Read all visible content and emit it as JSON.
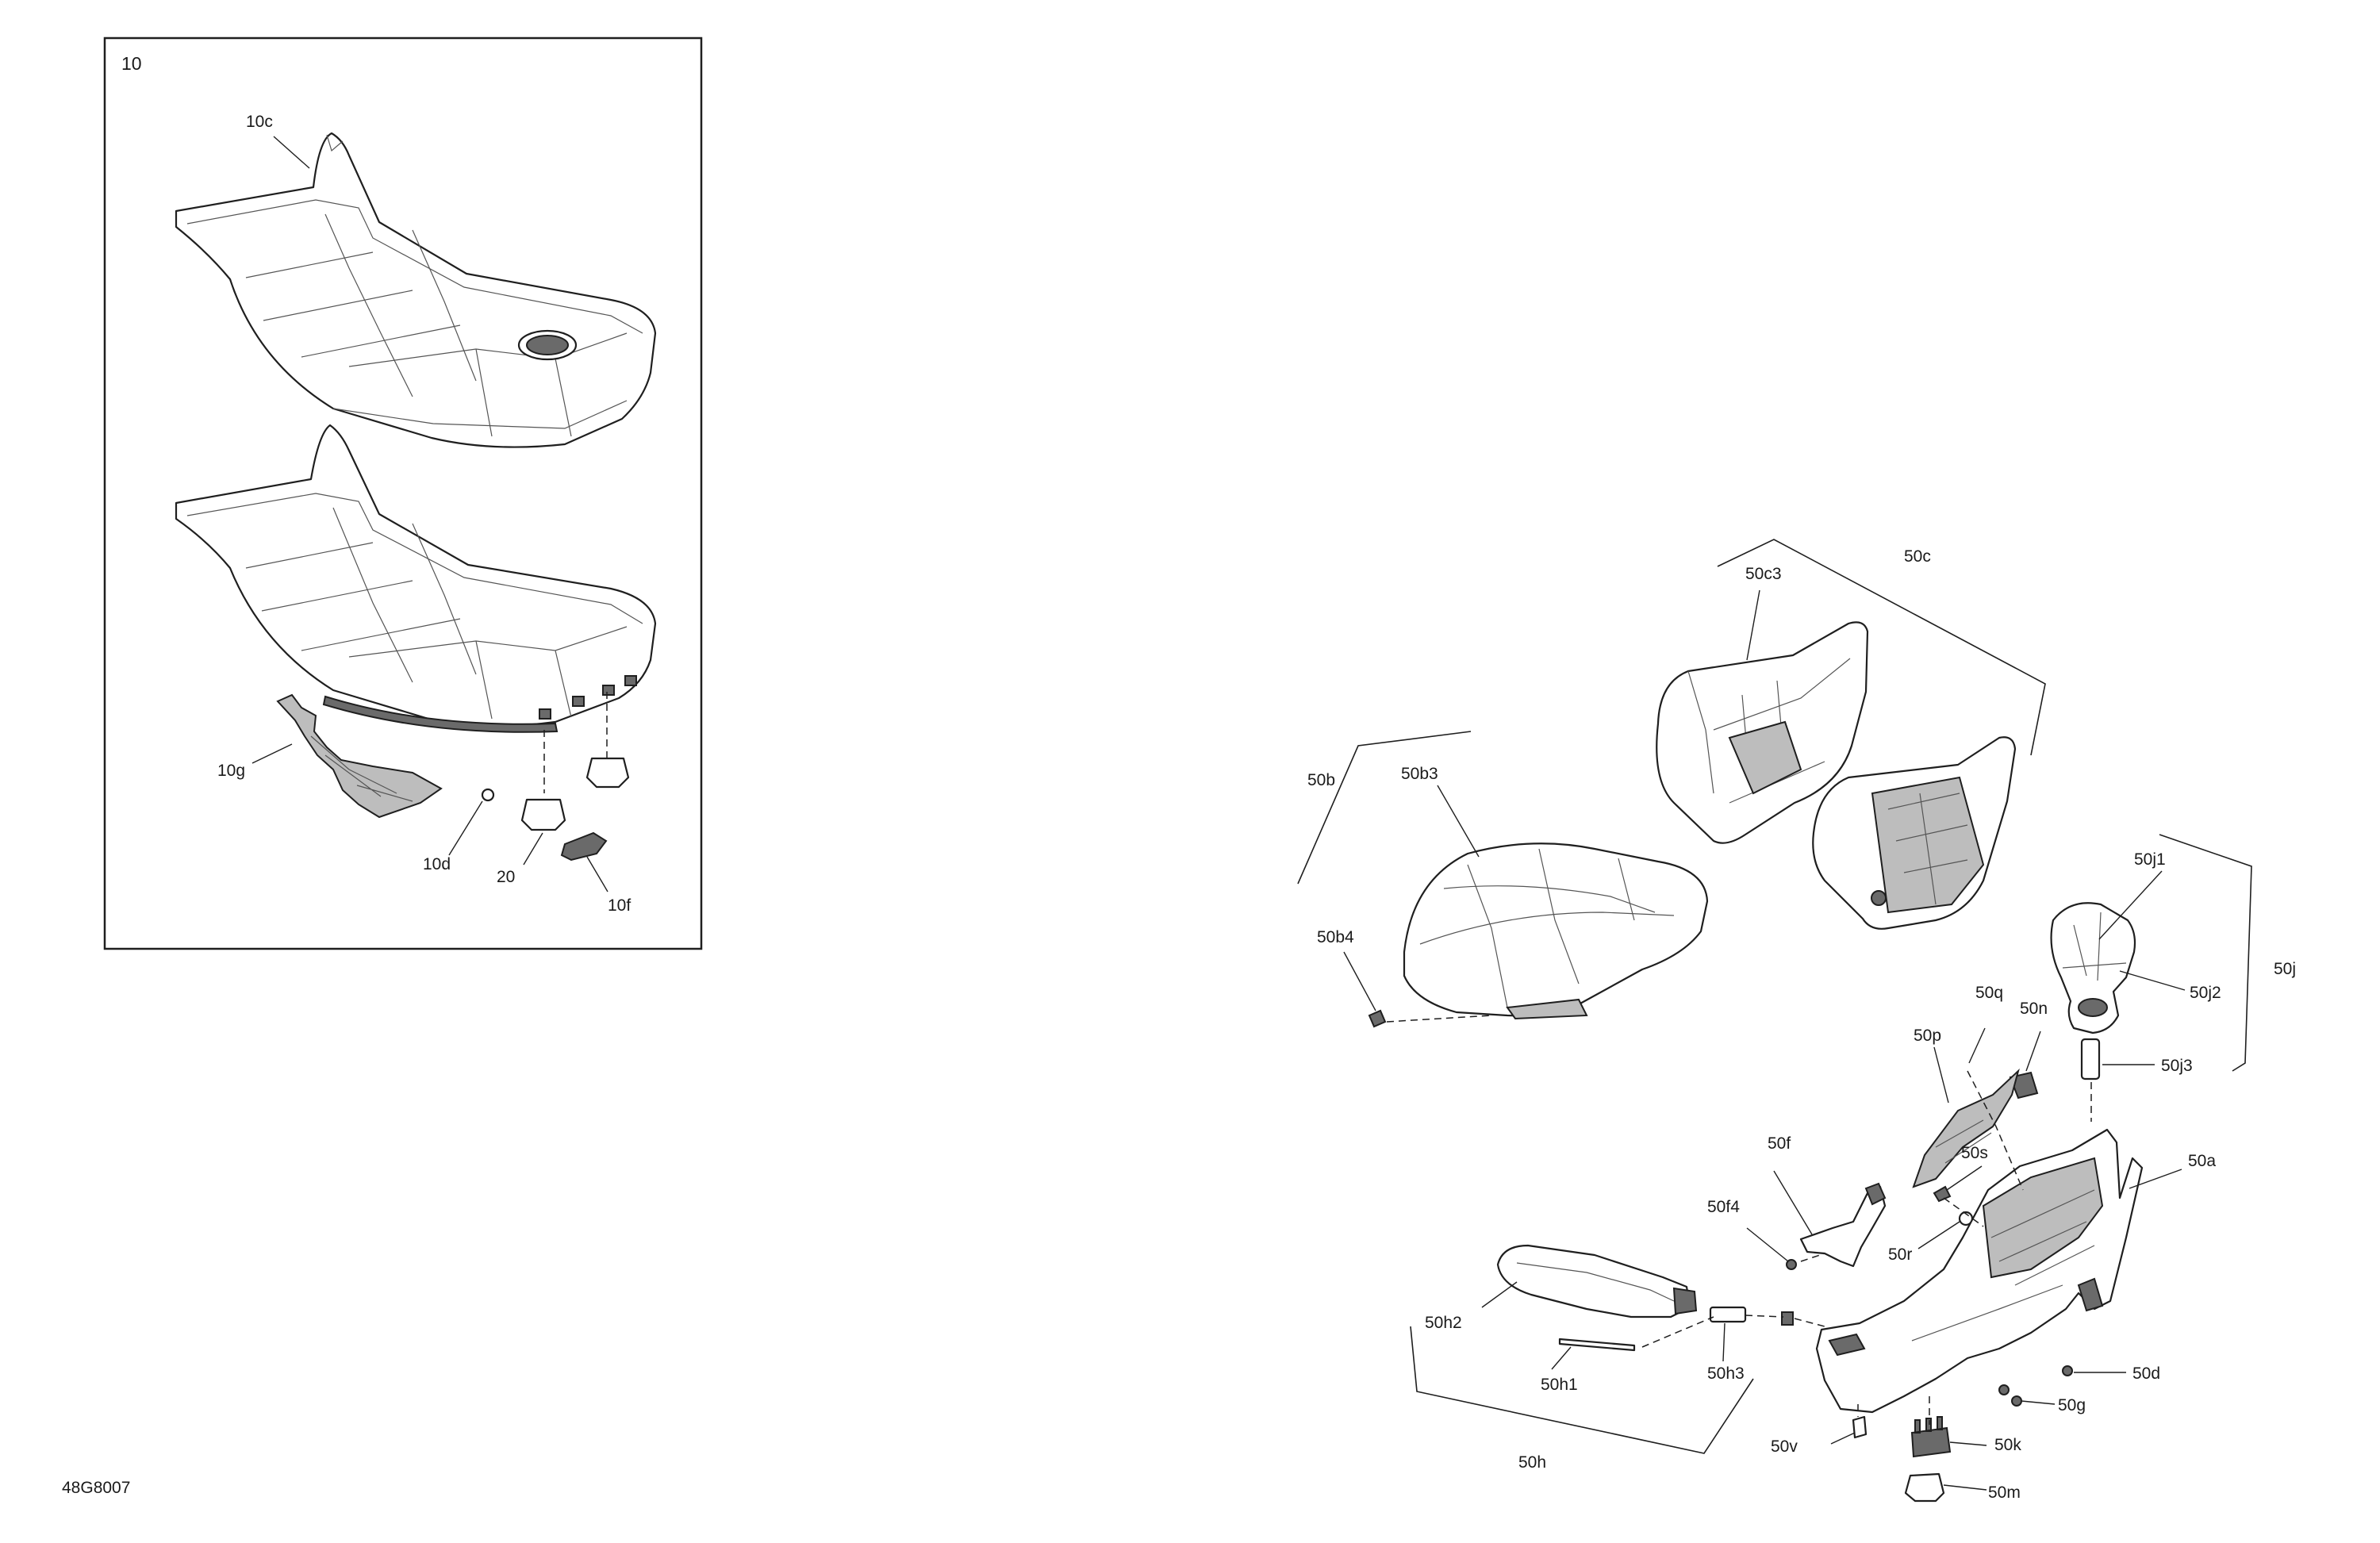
{
  "drawing_number": "48G8007",
  "inset": {
    "number": "10",
    "callouts": [
      "10c",
      "10g",
      "10d",
      "20",
      "10f"
    ]
  },
  "main": {
    "callouts": [
      "50c",
      "50c3",
      "50b",
      "50b3",
      "50b4",
      "50j",
      "50j1",
      "50j2",
      "50j3",
      "50n",
      "50q",
      "50p",
      "50s",
      "50a",
      "50f",
      "50f4",
      "50r",
      "50h2",
      "50h1",
      "50h3",
      "50d",
      "50g",
      "50h",
      "50v",
      "50k",
      "50m"
    ]
  }
}
